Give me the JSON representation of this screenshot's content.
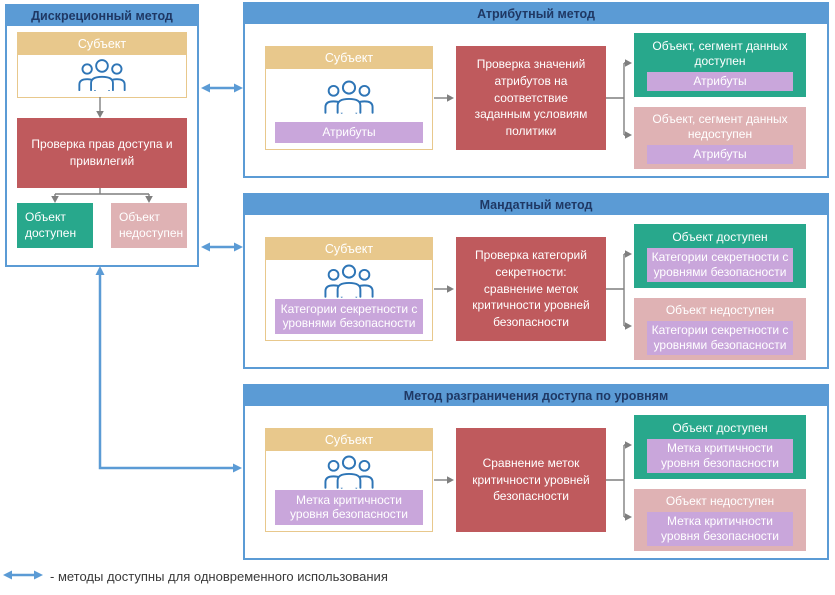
{
  "colors": {
    "accent_blue": "#5B9BD5",
    "header_text_navy": "#1F3864",
    "subject_gold": "#E8C88C",
    "tag_purple": "#C9A6DB",
    "check_red": "#BF5A5D",
    "allowed_green": "#28A88C",
    "denied_pink": "#DFB2B4",
    "people_icon_blue": "#2E75B6",
    "flow_arrow_gray": "#7F7F7F"
  },
  "icons": {
    "subject_icon": "users-icon",
    "legend_icon": "double-arrow-icon"
  },
  "panels": {
    "discretionary": {
      "title": "Дискреционный метод",
      "subject_label": "Субъект",
      "check_label": "Проверка прав доступа и привилегий",
      "allowed_label": "Объект доступен",
      "denied_label": "Объект недоступен"
    },
    "attribute": {
      "title": "Атрибутный метод",
      "subject_label": "Субъект",
      "subject_tag": "Атрибуты",
      "check_label": "Проверка значений атрибутов на соответствие заданным условиям политики",
      "allowed_title": "Объект, сегмент данных доступен",
      "allowed_tag": "Атрибуты",
      "denied_title": "Объект, сегмент данных недоступен",
      "denied_tag": "Атрибуты"
    },
    "mandatory": {
      "title": "Мандатный метод",
      "subject_label": "Субъект",
      "subject_tag": "Категории секретности с уровнями безопасности",
      "check_label": "Проверка категорий секретности: сравнение меток критичности уровней безопасности",
      "allowed_title": "Объект доступен",
      "allowed_tag": "Категории секретности с уровнями безопасности",
      "denied_title": "Объект недоступен",
      "denied_tag": "Категории секретности с уровнями безопасности"
    },
    "levels": {
      "title": "Метод разграничения доступа по уровням",
      "subject_label": "Субъект",
      "subject_tag": "Метка критичности уровня безопасности",
      "check_label": "Сравнение меток критичности уровней безопасности",
      "allowed_title": "Объект доступен",
      "allowed_tag": "Метка критичности уровня безопасности",
      "denied_title": "Объект недоступен",
      "denied_tag": "Метка критичности уровня безопасности"
    }
  },
  "legend": {
    "text": "- методы доступны для одновременного использования"
  }
}
